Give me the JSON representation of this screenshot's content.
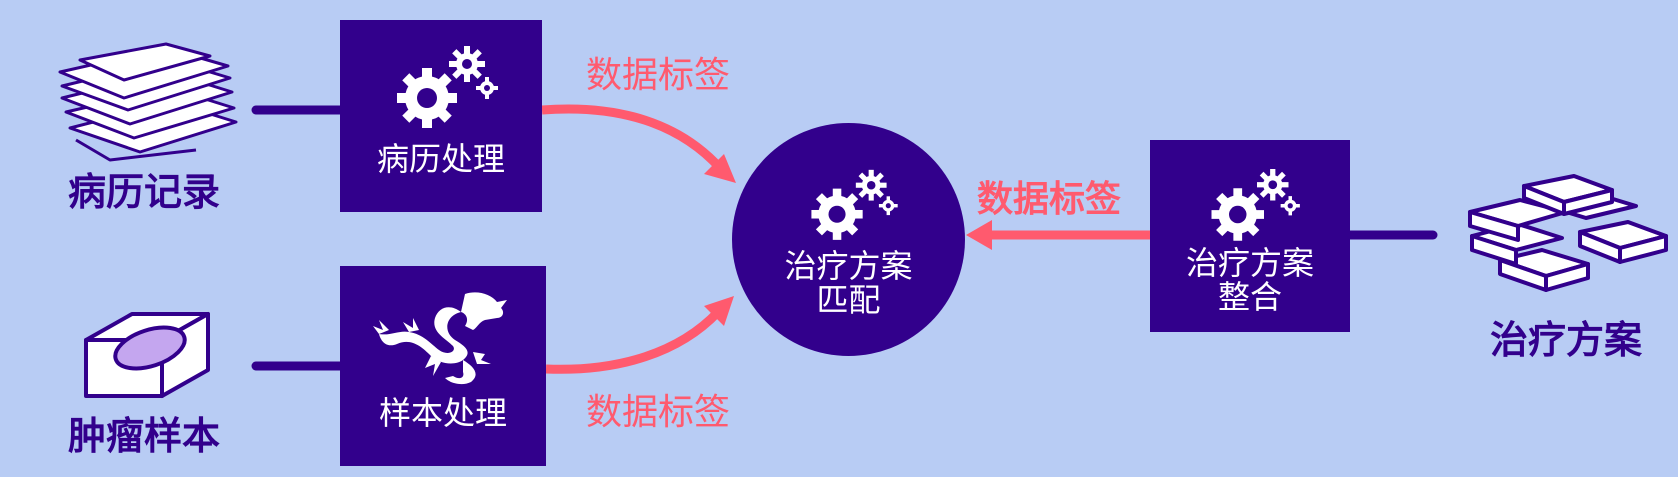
{
  "colors": {
    "background": "#b8ccf4",
    "node": "#32008c",
    "arrow": "#ff5a6e",
    "icon_fill": "#ffffff",
    "sample_fill": "#c4a6ef"
  },
  "sources": {
    "records": {
      "label": "病历记录",
      "icon": "stacked-papers-icon"
    },
    "samples": {
      "label": "肿瘤样本",
      "icon": "tissue-block-icon"
    },
    "plans": {
      "label": "治疗方案",
      "icon": "stacked-blocks-icon"
    }
  },
  "processes": {
    "record_processing": {
      "label": "病历处理",
      "icon": "gears-icon"
    },
    "sample_processing": {
      "label": "样本处理",
      "icon": "dragon-icon"
    },
    "plan_integration": {
      "label": "治疗方案\n整合",
      "icon": "gears-icon"
    }
  },
  "center": {
    "label": "治疗方案\n匹配",
    "icon": "gears-icon"
  },
  "edge_labels": {
    "top": "数据标签",
    "bottom": "数据标签",
    "right": "数据标签"
  }
}
